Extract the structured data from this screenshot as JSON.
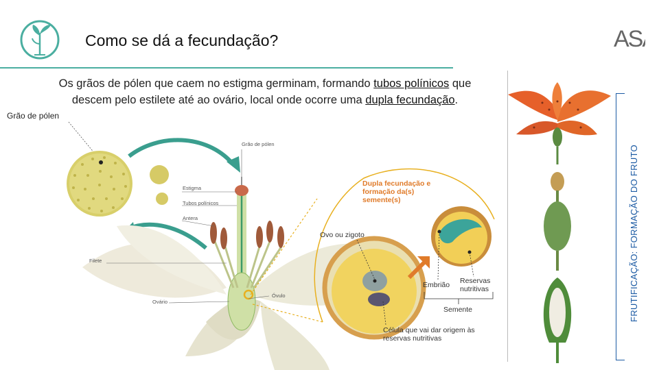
{
  "header": {
    "title": "Como se dá a fecundação?",
    "brand": "ASA"
  },
  "intro": {
    "text_before": "Os grãos de pólen que caem no estigma germinam, formando ",
    "link1": "tubos polínicos",
    "text_middle": " que descem pelo estilete até ao ovário, local onde ocorre uma ",
    "link2": "dupla fecundação",
    "text_after": "."
  },
  "side_label": "FRUTIFICAÇÃO: FORMAÇÃO DO FRUTO",
  "figure_labels": {
    "pollen_grain": "Grão de pólen",
    "graos": "Grão de pólen",
    "estigma": "Estigma",
    "tubos": "Tubos polínicos",
    "antera": "Antera",
    "filete": "Filete",
    "ovario": "Ovário",
    "ovulo": "Óvulo",
    "dupla": "Dupla fecundação e formação da(s) semente(s)",
    "ovo": "Ovo ou zigoto",
    "embriao": "Embrião",
    "reservas": "Reservas nutritivas",
    "semente": "Semente",
    "celula": "Célula que vai dar origem às reservas nutritivas"
  },
  "colors": {
    "teal": "#3a9e8e",
    "orange": "#e07b2a",
    "blue": "#1b5aa3"
  }
}
